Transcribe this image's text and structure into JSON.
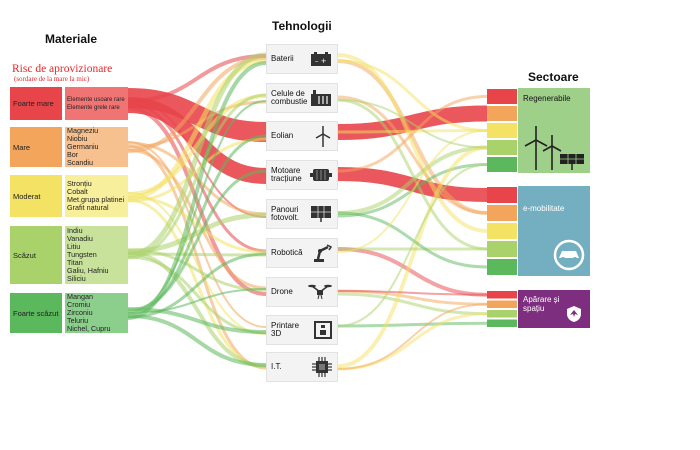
{
  "headers": {
    "materials": "Materiale",
    "technologies": "Tehnologii",
    "sectors": "Sectoare"
  },
  "risk_legend": {
    "title": "Risc de aprovizionare",
    "subtitle": "(sordare de la mare la mic)"
  },
  "materials": [
    {
      "level": "Foarte mare",
      "elements": [
        "Elemente usoare rare",
        "Elemente grele rare"
      ],
      "color": "#e8454b",
      "bg": "#f07474",
      "small": true
    },
    {
      "level": "Mare",
      "elements": [
        "Magneziu",
        "Niobiu",
        "Germaniu",
        "Bor",
        "Scandiu"
      ],
      "color": "#f3a55c",
      "bg": "#f7c08f"
    },
    {
      "level": "Moderat",
      "elements": [
        "Stronțiu",
        "Cobalt",
        "Met.grupa platinei",
        "Grafit natural"
      ],
      "color": "#f3e263",
      "bg": "#f8ef9c"
    },
    {
      "level": "Scăzut",
      "elements": [
        "Indiu",
        "Vanadiu",
        "Litiu",
        "Tungsten",
        "Titan",
        "Galiu, Hafniu",
        "Siliciu"
      ],
      "color": "#a9d26a",
      "bg": "#c8e29b"
    },
    {
      "level": "Foarte scăzut",
      "elements": [
        "Mangan",
        "Cromiu",
        "Zirconiu",
        "Teluriu",
        "Nichel, Cupru"
      ],
      "color": "#5cb85c",
      "bg": "#8ccf8c"
    }
  ],
  "technologies": [
    {
      "label": "Baterii",
      "icon": "battery-icon"
    },
    {
      "label": "Celule de combustie",
      "icon": "fuel-cell-icon"
    },
    {
      "label": "Eolian",
      "icon": "wind-turbine-icon"
    },
    {
      "label": "Motoare tracțiune",
      "icon": "motor-icon"
    },
    {
      "label": "Panouri fotovolt.",
      "icon": "solar-panel-icon"
    },
    {
      "label": "Robotică",
      "icon": "robot-arm-icon"
    },
    {
      "label": "Drone",
      "icon": "drone-icon"
    },
    {
      "label": "Printare 3D",
      "icon": "printer-3d-icon"
    },
    {
      "label": "I.T.",
      "icon": "chip-icon"
    }
  ],
  "sectors": [
    {
      "label": "Regenerabile",
      "color": "#9fd08a",
      "icon": "wind-solar-icon"
    },
    {
      "label": "e-mobilitate",
      "color": "#74afc1",
      "icon": "electric-car-icon"
    },
    {
      "label": "Apărare și spațiu",
      "color": "#7d2e7e",
      "icon": "defense-icon"
    }
  ],
  "colors": {
    "very_high": "#e8454b",
    "high": "#f3a55c",
    "moderate": "#f3e263",
    "low": "#a9d26a",
    "very_low": "#5cb85c"
  }
}
